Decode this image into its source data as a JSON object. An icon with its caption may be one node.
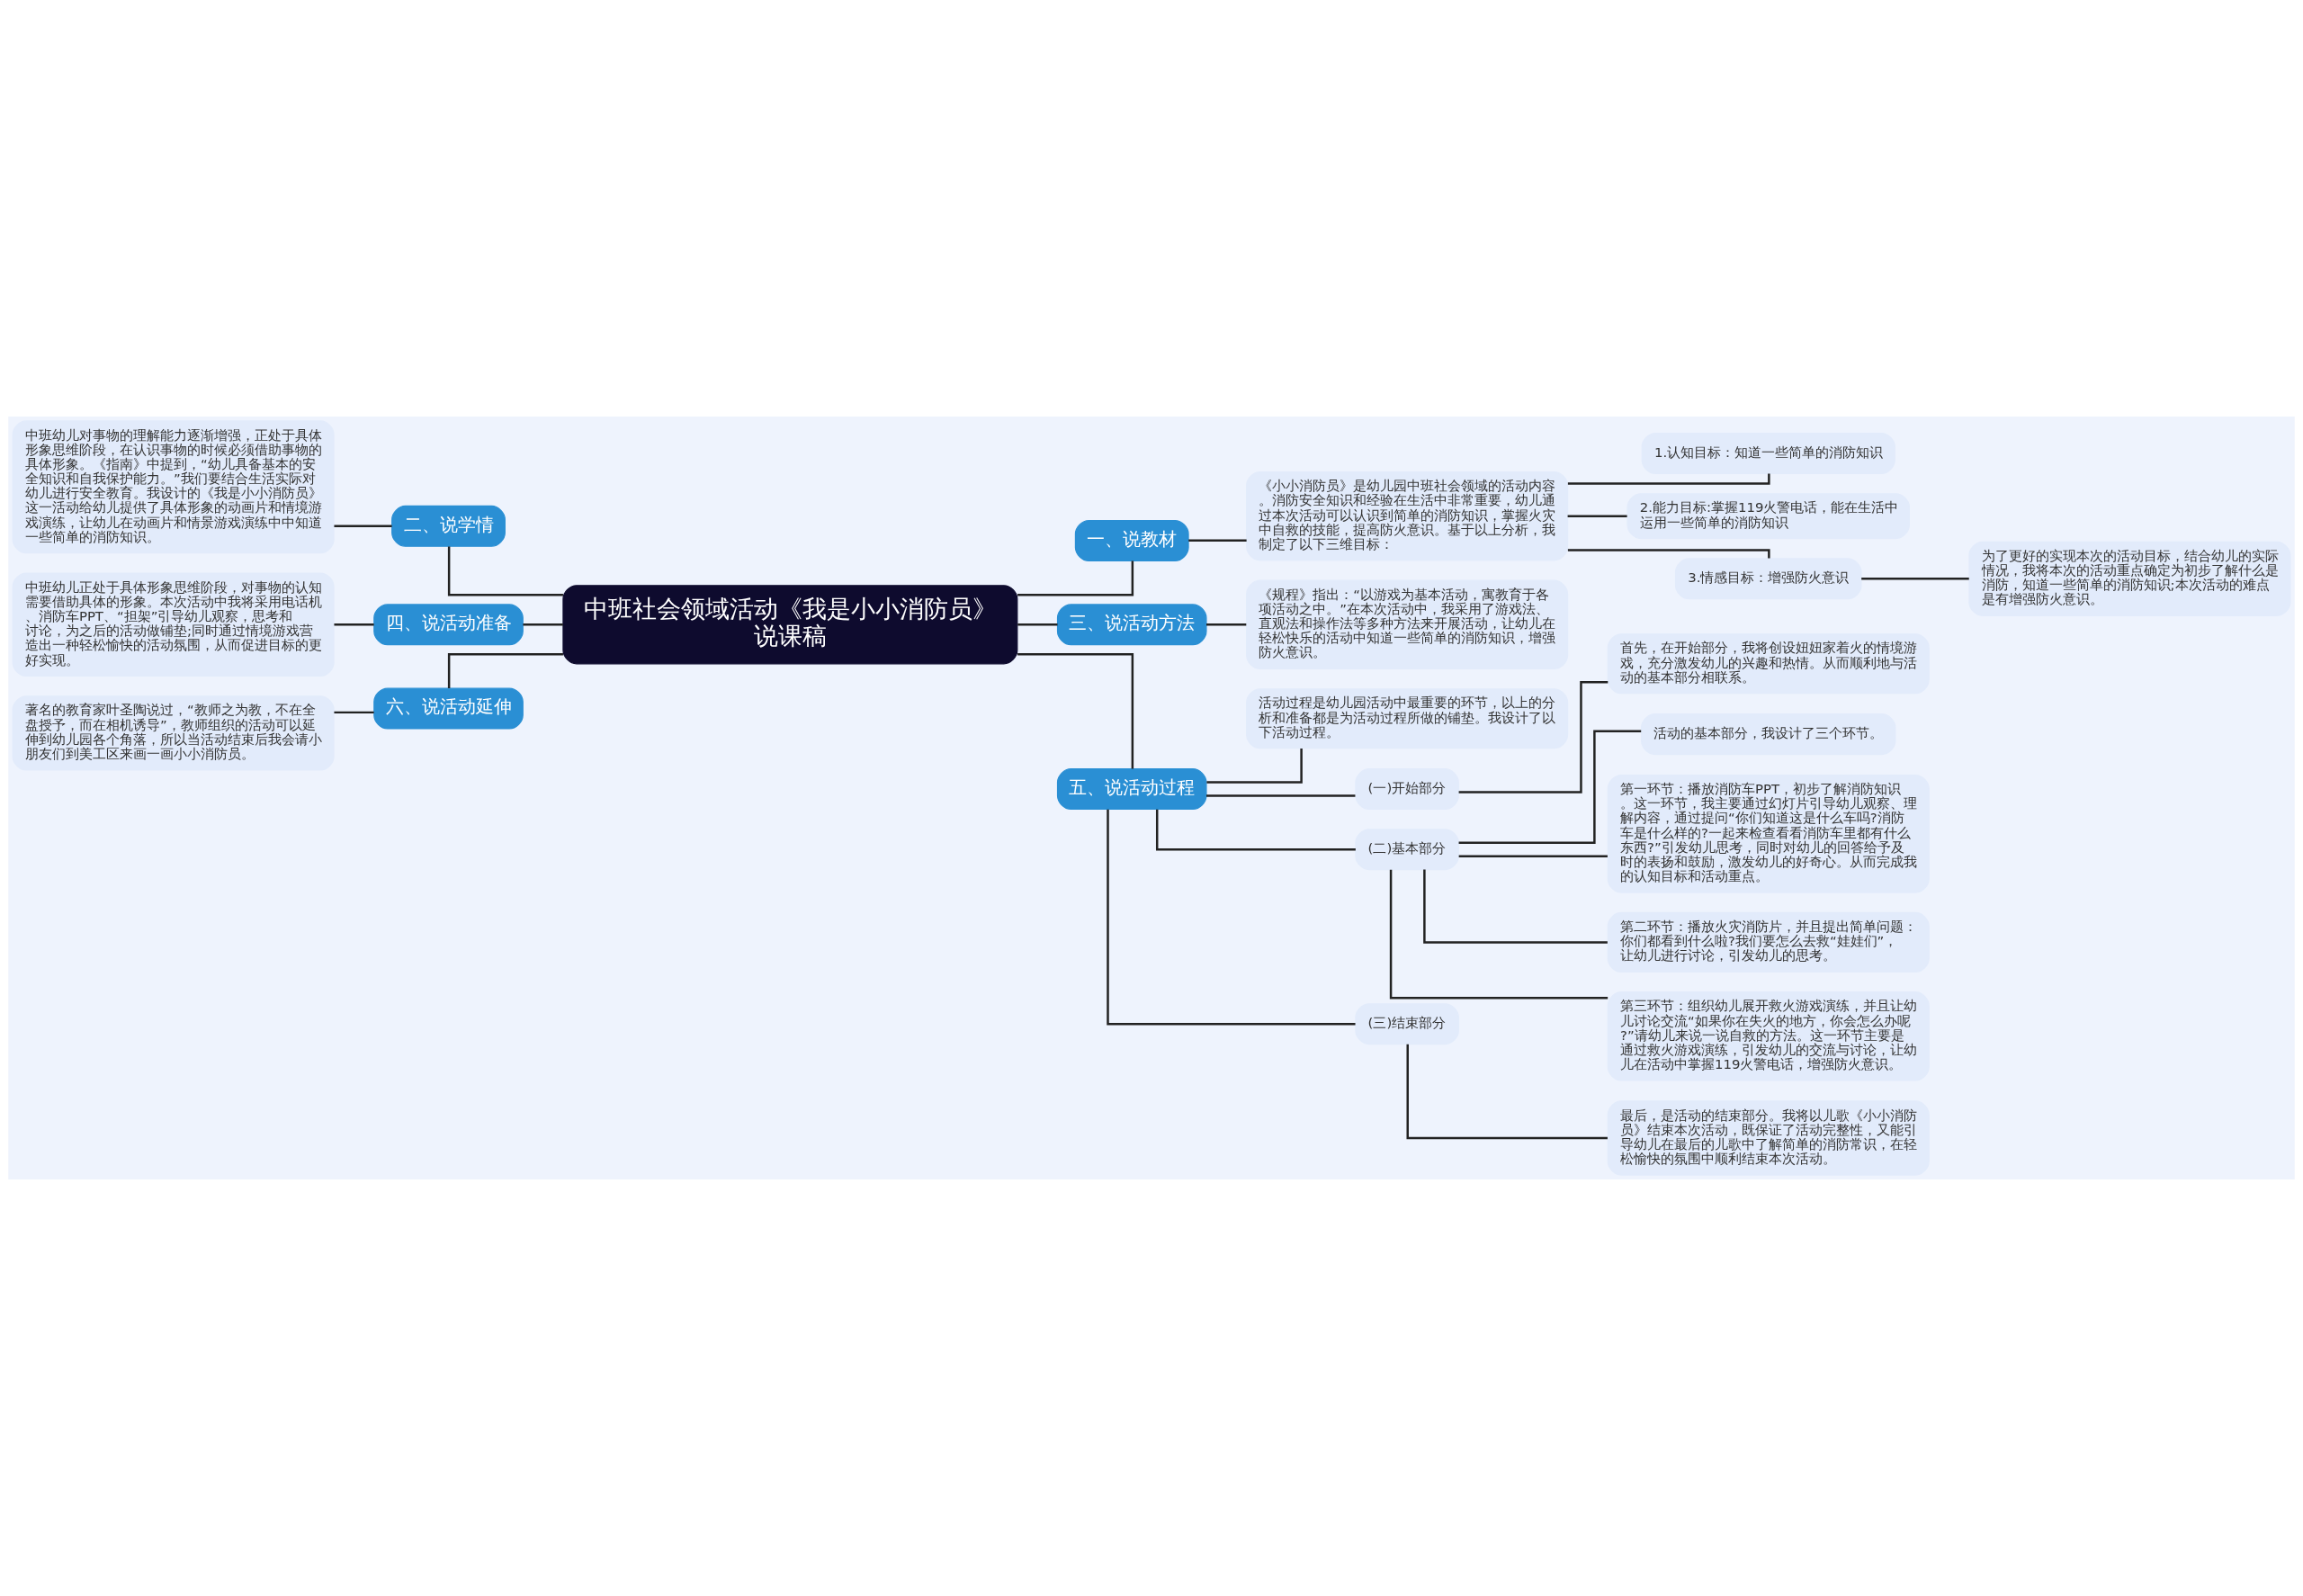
{
  "diagram": {
    "nodes": [
      {
        "text": [
          "中班社会领域活动《我是小小消防员》说课稿"
        ]
      },
      {
        "text": [
          "一、说教材"
        ]
      },
      {
        "text": [
          "《小小消防员》是幼儿园中班社会领域的活动内容。消防安全知识和经验在生活中非常重要，幼儿通过本次活动可以认识到简单的消防知识，掌握火灾中自救的技能，提高防火意识。基于以上分析，我制定了以下三维目标："
        ]
      },
      {
        "text": [
          "1.认知目标：知道一些简单的消防知识"
        ]
      },
      {
        "text": [
          "2.能力目标:掌握119火警电话，能在生活中运用一些简单的消防知识"
        ]
      },
      {
        "text": [
          "3.情感目标：增强防火意识"
        ]
      },
      {
        "text": [
          "为了更好的实现本次的活动目标，结合幼儿的实际情况，我将本次的活动重点确定为初步了解什么是消防，知道一些简单的消防知识;本次活动的难点是有增强防火意识。"
        ]
      },
      {
        "text": [
          "二、说学情"
        ]
      },
      {
        "text": [
          "中班幼儿对事物的理解能力逐渐增强，正处于具体形象思维阶段，在认识事物的时候必须借助事物的具体形象。《指南》中提到，“幼儿具备基本的安全知识和自我保护能力。”我们要结合生活实际对幼儿进行安全教育。我设计的《我是小小消防员》这一活动给幼儿提供了具体形象的动画片和情境游戏演练，让幼儿在动画片和情景游戏演练中中知道一些简单的消防知识。"
        ]
      },
      {
        "text": [
          "三、说活动方法"
        ]
      },
      {
        "text": [
          "《规程》指出：“以游戏为基本活动，寓教育于各项活动之中。”在本次活动中，我采用了游戏法、直观法和操作法等多种方法来开展活动，让幼儿在轻松快乐的活动中知道一些简单的消防知识，增强防火意识。"
        ]
      },
      {
        "text": [
          "四、说活动准备"
        ]
      },
      {
        "text": [
          "中班幼儿正处于具体形象思维阶段，对事物的认知需要借助具体的形象。本次活动中我将采用电话机、消防车PPT、“担架”引导幼儿观察，思考和讨论，为之后的活动做铺垫;同时通过情境游戏营造出一种轻松愉快的活动氛围，从而促进目标的更好实现。"
        ]
      },
      {
        "text": [
          "五、说活动过程"
        ]
      },
      {
        "text": [
          "活动过程是幼儿园活动中最重要的环节，以上的分析和准备都是为活动过程所做的铺垫。我设计了以下活动过程。"
        ]
      },
      {
        "text": [
          "(一)开始部分"
        ]
      },
      {
        "text": [
          "首先，在开始部分，我将创设妞妞家着火的情境游戏，充分激发幼儿的兴趣和热情。从而顺利地与活动的基本部分相联系。"
        ]
      },
      {
        "text": [
          "(二)基本部分"
        ]
      },
      {
        "text": [
          "活动的基本部分，我设计了三个环节。"
        ]
      },
      {
        "text": [
          "第一环节：播放消防车PPT，初步了解消防知识。这一环节，我主要通过幻灯片引导幼儿观察、理解内容，通过提问“你们知道这是什么车吗?消防车是什么样的?一起来检查看看消防车里都有什么东西?”引发幼儿思考，同时对幼儿的回答给予及时的表扬和鼓励，激发幼儿的好奇心。从而完成我的认知目标和活动重点。"
        ]
      },
      {
        "text": [
          "第二环节：播放火灾消防片，并且提出简单问题：你们都看到什么啦?我们要怎么去救“娃娃们”，让幼儿进行讨论，引发幼儿的思考。"
        ]
      },
      {
        "text": [
          "第三环节：组织幼儿展开救火游戏演练，并且让幼儿讨论交流“如果你在失火的地方，你会怎么办呢?”请幼儿来说一说自救的方法。这一环节主要是通过救火游戏演练，引发幼儿的交流与讨论，让幼儿在活动中掌握119火警电话，增强防火意识。"
        ]
      },
      {
        "text": [
          "(三)结束部分"
        ]
      },
      {
        "text": [
          "最后，是活动的结束部分。我将以儿歌《小小消防员》结束本次活动，既保证了活动完整性，又能引导幼儿在最后的儿歌中了解简单的消防常识，在轻松愉快的氛围中顺利结束本次活动。"
        ]
      },
      {
        "text": [
          "六、说活动延伸"
        ]
      },
      {
        "text": [
          "著名的教育家叶圣陶说过，“教师之为教，不在全盘授予，而在相机诱导”，教师组织的活动可以延伸到幼儿园各个角落，所以当活动结束后我会请小朋友们到美工区来画一画小小消防员。"
        ]
      }
    ],
    "edges": [
      {
        "from": 0,
        "to": 1,
        "arrow": "none"
      },
      {
        "from": 1,
        "to": 2,
        "arrow": "none"
      },
      {
        "from": 2,
        "to": 3,
        "arrow": "none"
      },
      {
        "from": 2,
        "to": 4,
        "arrow": "none"
      },
      {
        "from": 2,
        "to": 5,
        "arrow": "none"
      },
      {
        "from": 5,
        "to": 6,
        "arrow": "none"
      },
      {
        "from": 0,
        "to": 7,
        "arrow": "none"
      },
      {
        "from": 7,
        "to": 8,
        "arrow": "none"
      },
      {
        "from": 0,
        "to": 9,
        "arrow": "none"
      },
      {
        "from": 9,
        "to": 10,
        "arrow": "none"
      },
      {
        "from": 0,
        "to": 11,
        "arrow": "none"
      },
      {
        "from": 11,
        "to": 12,
        "arrow": "none"
      },
      {
        "from": 0,
        "to": 13,
        "arrow": "none"
      },
      {
        "from": 13,
        "to": 14,
        "arrow": "none"
      },
      {
        "from": 13,
        "to": 15,
        "arrow": "none"
      },
      {
        "from": 15,
        "to": 16,
        "arrow": "none"
      },
      {
        "from": 13,
        "to": 17,
        "arrow": "none"
      },
      {
        "from": 17,
        "to": 18,
        "arrow": "none"
      },
      {
        "from": 17,
        "to": 19,
        "arrow": "none"
      },
      {
        "from": 17,
        "to": 20,
        "arrow": "none"
      },
      {
        "from": 17,
        "to": 21,
        "arrow": "none"
      },
      {
        "from": 13,
        "to": 22,
        "arrow": "none"
      },
      {
        "from": 22,
        "to": 23,
        "arrow": "none"
      },
      {
        "from": 0,
        "to": 24,
        "arrow": "none"
      },
      {
        "from": 24,
        "to": 25,
        "arrow": "none"
      }
    ]
  }
}
